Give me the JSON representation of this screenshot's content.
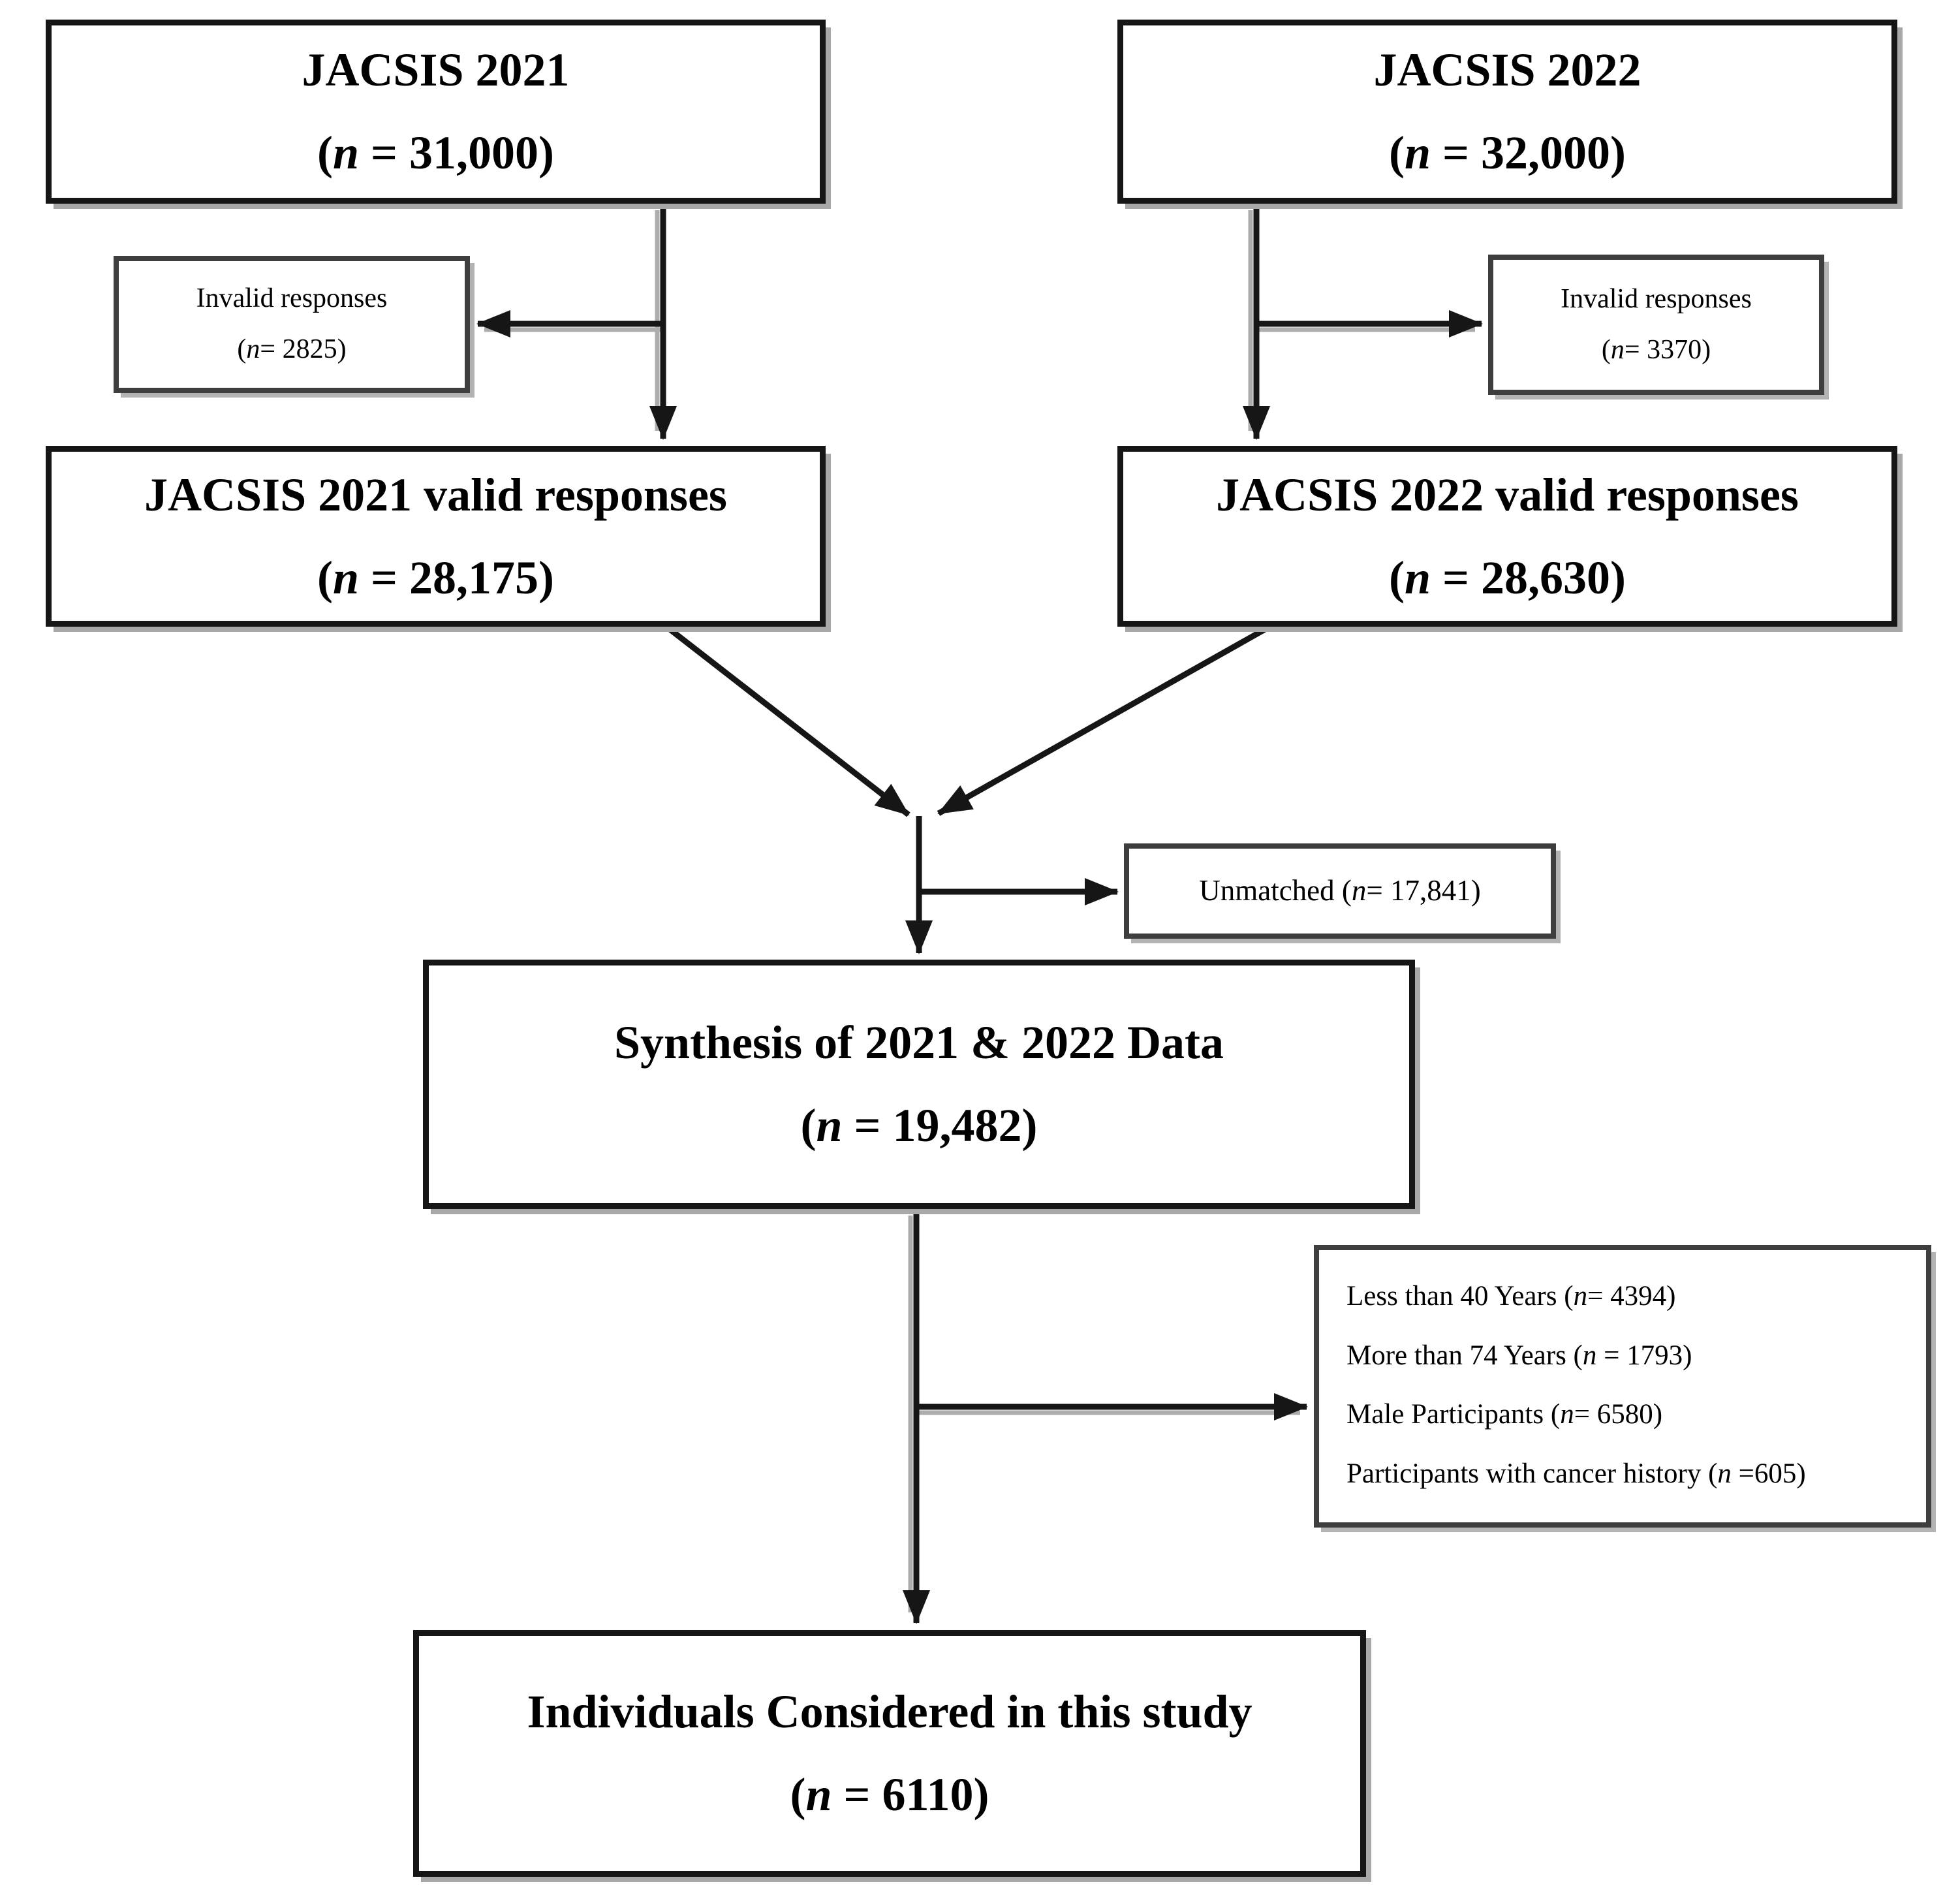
{
  "diagram": {
    "boxes": {
      "jacsis_2021": {
        "line1": "JACSIS 2021",
        "line2": "(n = 31,000)"
      },
      "jacsis_2022": {
        "line1": "JACSIS 2022",
        "line2": "(n = 32,000)"
      },
      "invalid_2021": {
        "line1": "Invalid responses",
        "line2": "(n= 2825)"
      },
      "invalid_2022": {
        "line1": "Invalid responses",
        "line2": "(n= 3370)"
      },
      "valid_2021": {
        "line1": "JACSIS 2021 valid responses",
        "line2": "(n = 28,175)"
      },
      "valid_2022": {
        "line1": "JACSIS 2022 valid responses",
        "line2": "(n = 28,630)"
      },
      "unmatched": {
        "label": "Unmatched (n= 17,841)"
      },
      "synthesis": {
        "line1": "Synthesis of 2021 & 2022 Data",
        "line2": "(n = 19,482)"
      },
      "exclusions": {
        "items": [
          "Less than 40 Years (n= 4394)",
          "More than 74 Years (n = 1793)",
          "Male Participants (n= 6580)",
          "Participants with cancer history (n =605)"
        ]
      },
      "final": {
        "line1": "Individuals Considered in this study",
        "line2": "(n = 6110)"
      }
    },
    "colors": {
      "background": "#ffffff",
      "text": "#000000",
      "main_box_border": "#161616",
      "note_box_border": "#3e3e3e",
      "connector_line": "#161616",
      "drop_shadow": "#a8a8a8"
    }
  }
}
